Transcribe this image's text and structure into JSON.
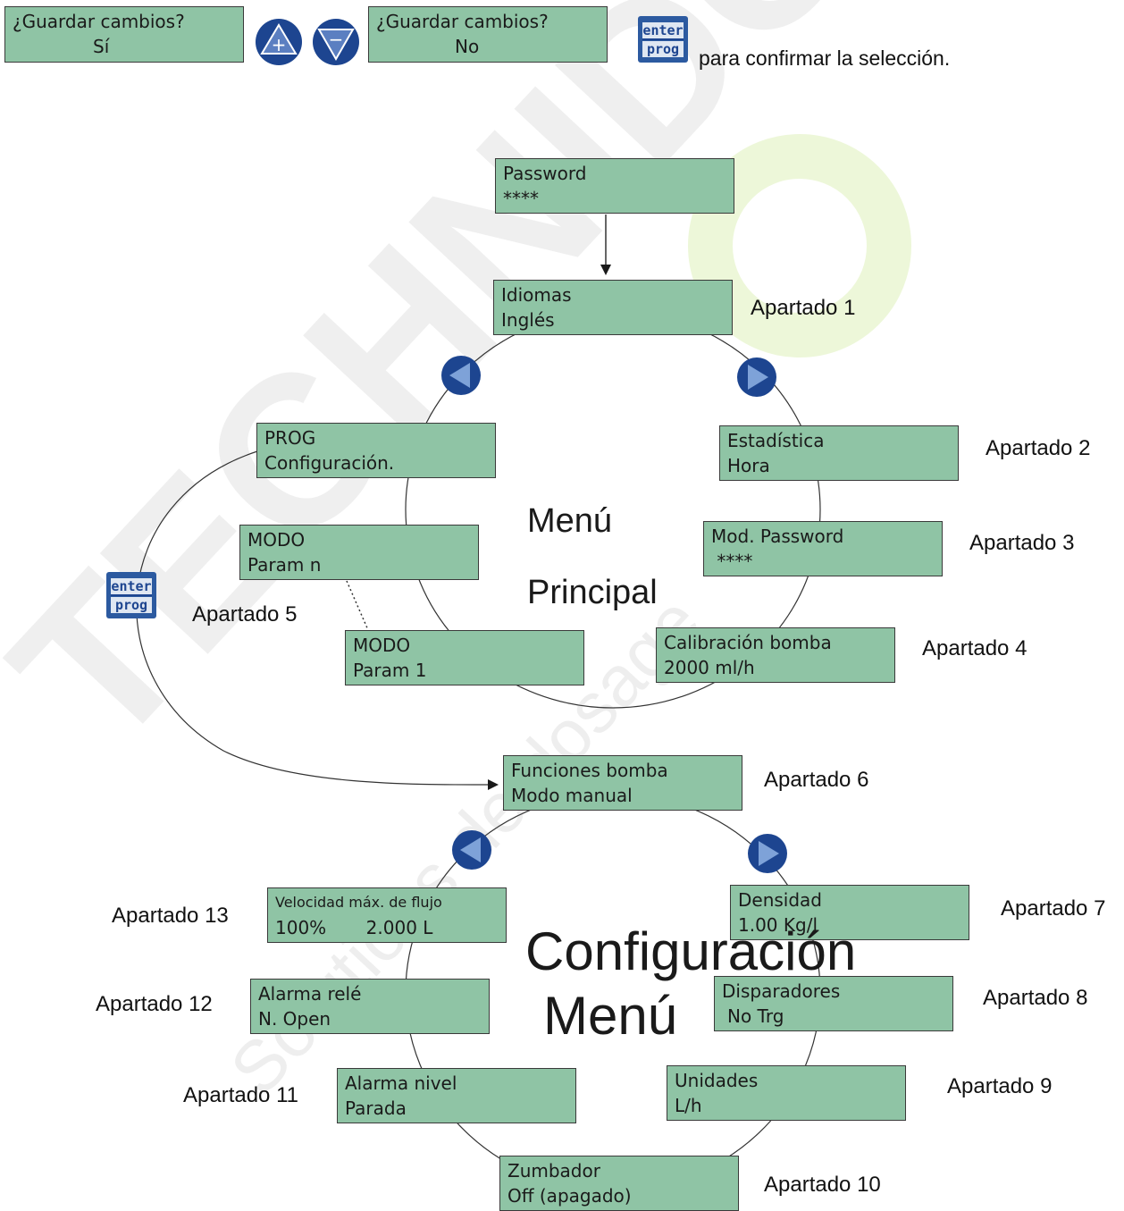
{
  "top_row": {
    "box_a": {
      "line1": "¿Guardar cambios?",
      "line2": "Sí"
    },
    "box_b": {
      "line1": "¿Guardar cambios?",
      "line2": "No"
    },
    "plus_icon": "+",
    "minus_icon": "−",
    "confirm_text": "para confirmar la selección."
  },
  "enter_key": {
    "top": "enter",
    "bottom": "prog"
  },
  "password_box": {
    "line1": "Password",
    "line2": "****"
  },
  "main_menu": {
    "title_line1": "Menú",
    "title_line2": "Principal",
    "items": [
      {
        "line1": "Idiomas",
        "line2": "Inglés",
        "label": "Apartado 1"
      },
      {
        "line1": "Estadística",
        "line2": "Hora",
        "label": "Apartado 2"
      },
      {
        "line1": "Mod. Password",
        "line2": " ****",
        "label": "Apartado 3"
      },
      {
        "line1": "Calibración bomba",
        "line2": "2000 ml/h",
        "label": "Apartado 4"
      },
      {
        "line1": "MODO",
        "line2": "Param 1",
        "label": "Apartado 5"
      },
      {
        "line1": "MODO",
        "line2": "Param n"
      },
      {
        "line1": "PROG",
        "line2": "Configuración."
      }
    ]
  },
  "config_menu": {
    "title_line1": "Configuración",
    "title_line2": "Menú",
    "items": [
      {
        "line1": "Funciones bomba",
        "line2": "Modo manual",
        "label": "Apartado 6"
      },
      {
        "line1": "Densidad",
        "line2": "1.00 Kg/l",
        "label": "Apartado 7"
      },
      {
        "line1": "Disparadores",
        "line2": "No Trg",
        "label": "Apartado 8"
      },
      {
        "line1": "Unidades",
        "line2": "L/h",
        "label": "Apartado 9"
      },
      {
        "line1": "Zumbador",
        "line2": "Off (apagado)",
        "label": "Apartado 10"
      },
      {
        "line1": "Alarma nivel",
        "line2": "Parada",
        "label": "Apartado 11"
      },
      {
        "line1": "Alarma relé",
        "line2": "N. Open",
        "label": "Apartado 12"
      },
      {
        "line1": "Velocidad máx. de flujo",
        "line2": "100%       2.000 L",
        "label": "Apartado 13"
      }
    ]
  },
  "watermark": {
    "brand": "TECHNIDOSE",
    "tagline": "Solutions de dosage"
  },
  "colors": {
    "lcd": "#8fc4a5",
    "nav_button": "#1d4590",
    "accent_green": "#c6e68a"
  }
}
